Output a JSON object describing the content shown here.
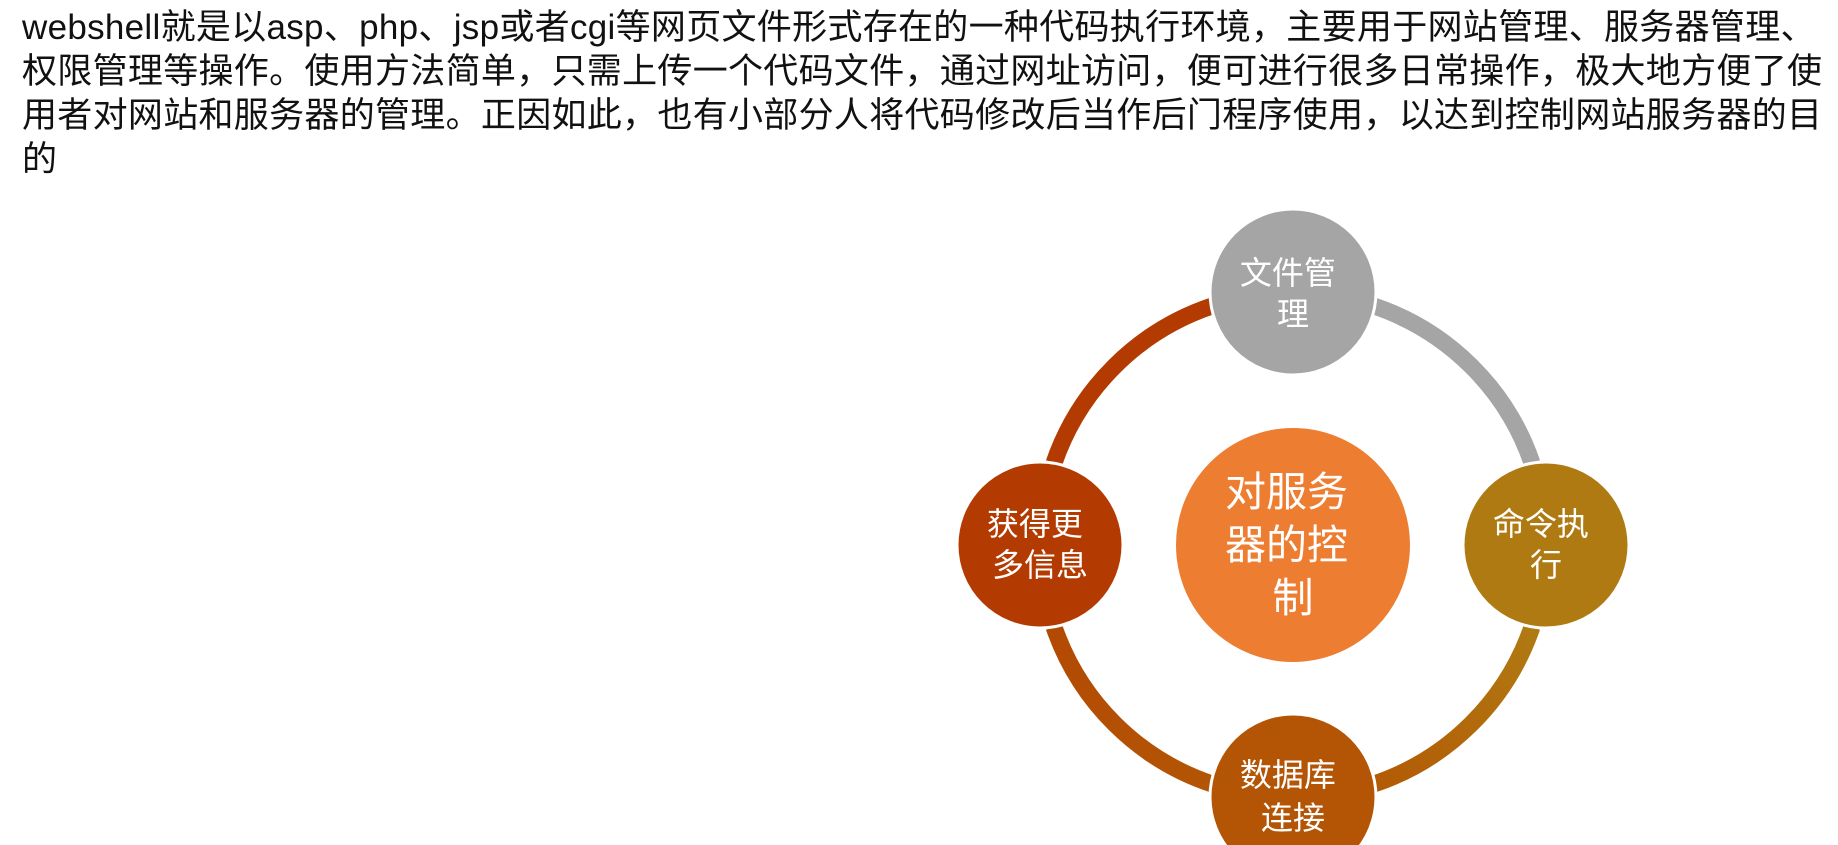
{
  "paragraph": {
    "text": "webshell就是以asp、php、jsp或者cgi等网页文件形式存在的一种代码执行环境，主要用于网站管理、服务器管理、权限管理等操作。使用方法简单，只需上传一个代码文件，通过网址访问，便可进行很多日常操作，极大地方便了使用者对网站和服务器的管理。正因如此，也有小部分人将代码修改后当作后门程序使用，以达到控制网站服务器的目的"
  },
  "diagram": {
    "center": {
      "lines": [
        "对服务",
        "器的控",
        "制"
      ],
      "color": "#ED7D31"
    },
    "nodes": [
      {
        "id": "top",
        "lines": [
          "文件管",
          "理"
        ],
        "color": "#A5A5A5"
      },
      {
        "id": "right",
        "lines": [
          "命令执",
          "行"
        ],
        "color": "#B07A12"
      },
      {
        "id": "bottom",
        "lines": [
          "数据库",
          "连接"
        ],
        "color": "#B35504"
      },
      {
        "id": "left",
        "lines": [
          "获得更",
          "多信息"
        ],
        "color": "#B33B02"
      }
    ],
    "arcs": [
      {
        "from": "top",
        "to": "right",
        "color": "#A5A5A5"
      },
      {
        "from": "right",
        "to": "bottom",
        "color": "#B07A12"
      },
      {
        "from": "bottom",
        "to": "left",
        "color": "#B35504"
      },
      {
        "from": "left",
        "to": "top",
        "color": "#B33B02"
      }
    ]
  }
}
